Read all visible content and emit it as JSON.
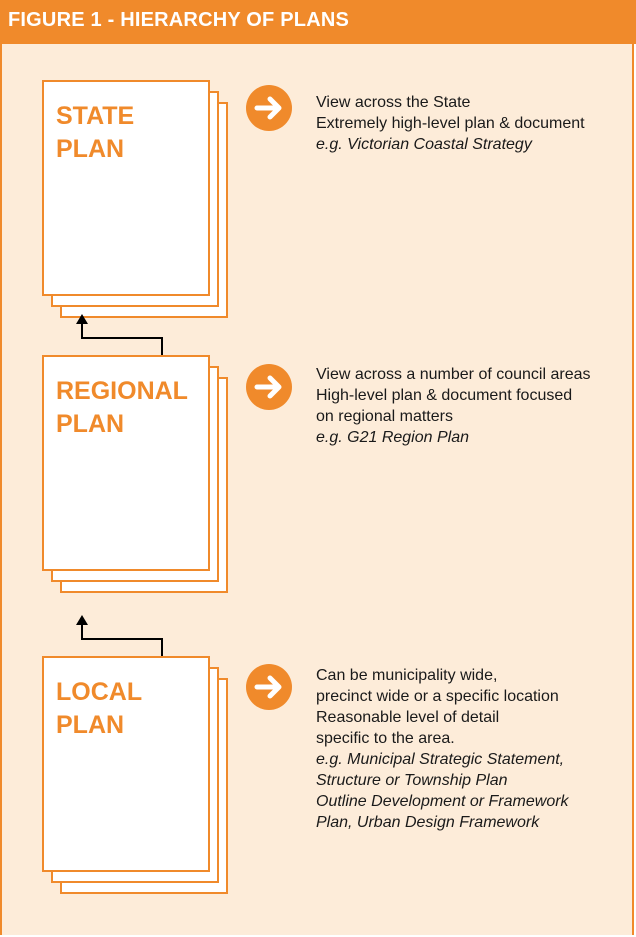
{
  "header": {
    "title": "FIGURE 1 - HIERARCHY OF PLANS"
  },
  "colors": {
    "accent": "#f08a2b",
    "panel": "#fdecd9",
    "text": "#1a1a1a"
  },
  "plans": [
    {
      "title_line1": "STATE",
      "title_line2": "PLAN",
      "description": [
        "View across the State",
        "Extremely high-level plan & document"
      ],
      "example": [
        "e.g. Victorian Coastal Strategy"
      ]
    },
    {
      "title_line1": "REGIONAL",
      "title_line2": "PLAN",
      "description": [
        "View across a number of council areas",
        "High-level plan & document focused",
        "on regional matters"
      ],
      "example": [
        "e.g. G21 Region Plan"
      ]
    },
    {
      "title_line1": "LOCAL",
      "title_line2": "PLAN",
      "description": [
        "Can be municipality wide,",
        "precinct wide or a specific location",
        "Reasonable level of detail",
        "specific to the area."
      ],
      "example": [
        "e.g. Municipal Strategic  Statement,",
        "Structure or Township Plan",
        "Outline Development or Framework",
        "Plan, Urban Design Framework"
      ]
    }
  ],
  "icons": {
    "arrow": "arrow-right-circle-icon",
    "connector": "bidirectional-arrow-icon"
  }
}
